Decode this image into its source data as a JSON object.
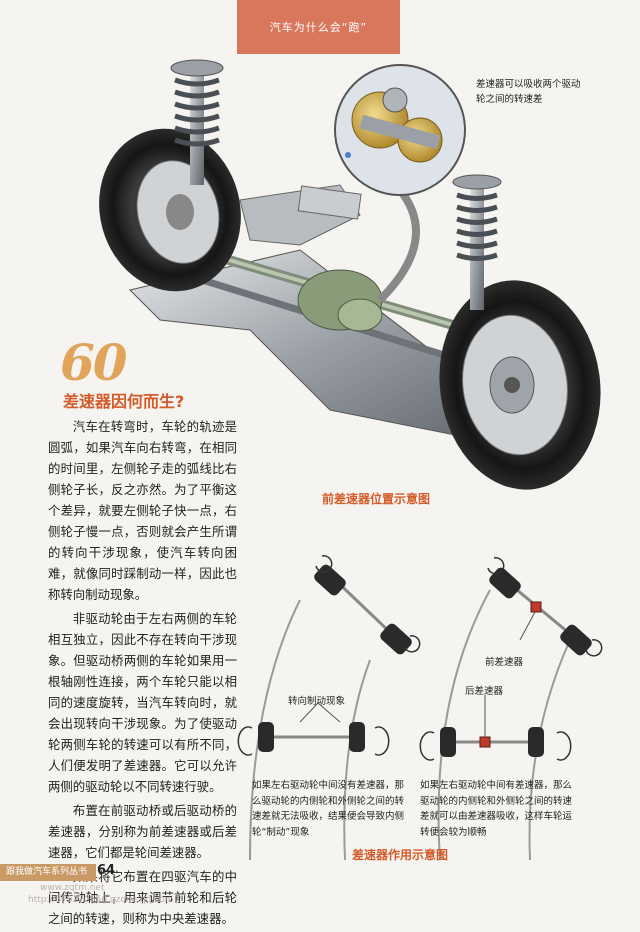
{
  "header": {
    "title": "汽车为什么会“跑”"
  },
  "illustration": {
    "callout": "差速器可以吸收两个驱动轮之间的转速差",
    "caption": "前差速器位置示意图"
  },
  "section": {
    "number": "60",
    "title": "差速器因何而生?",
    "paragraphs": [
      "汽车在转弯时，车轮的轨迹是圆弧，如果汽车向右转弯，在相同的时间里，左侧轮子走的弧线比右侧轮子长，反之亦然。为了平衡这个差异，就要左侧轮子快一点，右侧轮子慢一点，否则就会产生所谓的转向干涉现象，使汽车转向困难，就像同时踩制动一样，因此也称转向制动现象。",
      "非驱动轮由于左右两侧的车轮相互独立，因此不存在转向干涉现象。但驱动桥两侧的车轮如果用一根轴刚性连接，两个车轮只能以相同的速度旋转，当汽车转向时，就会出现转向干涉现象。为了使驱动轮两侧车轮的转速可以有所不同，人们便发明了差速器。它可以允许两侧的驱动轮以不同转速行驶。",
      "布置在前驱动桥或后驱动桥的差速器，分别称为前差速器或后差速器，它们都是轮间差速器。",
      "如果将它布置在四驱汽车的中间传动轴上，用来调节前轮和后轮之间的转速，则称为中央差速器。"
    ]
  },
  "diagram": {
    "label_steer": "转向制动现象",
    "label_front_diff": "前差速器",
    "label_rear_diff": "后差速器",
    "note_left": "如果左右驱动轮中间没有差速器，那么驱动轮的内侧轮和外侧轮之间的转速差就无法吸收，结果便会导致内侧轮“制动”现象",
    "note_right": "如果左右驱动轮中间有差速器，那么驱动轮的内侧轮和外侧轮之间的转速差就可以由差速器吸收，这样车轮运转便会较为顺畅",
    "caption": "差速器作用示意图",
    "colors": {
      "diff_marker": "#c0392b",
      "axle": "#888888",
      "track": "#9a9a9a"
    }
  },
  "footer": {
    "series": "跟我做汽车系列丛书",
    "page": "64",
    "watermark1": "www.zqtm.net",
    "watermark2": "http://375272550.qzone.qq.com"
  }
}
